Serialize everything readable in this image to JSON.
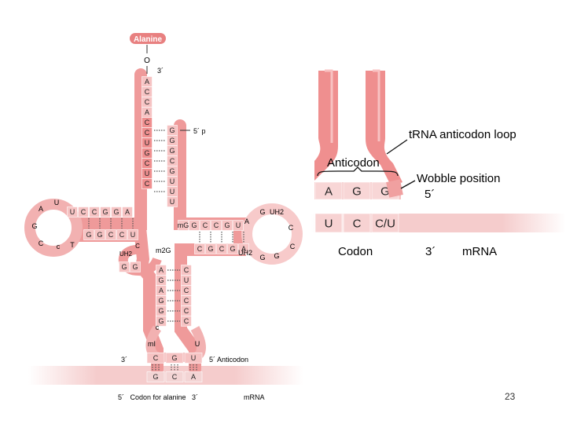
{
  "slide": {
    "page_number": "23"
  },
  "colors": {
    "ribbon": "#ef8f8f",
    "ribbon_dark": "#e67878",
    "cell_light": "#f6c3c3",
    "cell_pale": "#fbe4e4",
    "mrna": "#f3c9c9",
    "text": "#222222"
  },
  "trna": {
    "amino_acid": "Alanine",
    "bond_symbol": "O",
    "three_prime": "3´",
    "five_prime_p": "5´ p",
    "acceptor_3_strand": [
      "A",
      "C",
      "C",
      "A",
      "C",
      "C",
      "U",
      "G",
      "C",
      "U",
      "C"
    ],
    "acceptor_5_strand": [
      "G",
      "G",
      "G",
      "C",
      "G",
      "U",
      "U",
      "U"
    ],
    "d_arm": {
      "top_strand": [
        "U",
        "C",
        "C",
        "G",
        "G",
        "A"
      ],
      "bottom_strand": [
        "G",
        "G",
        "C",
        "C",
        "U"
      ],
      "loop": [
        "A",
        "U",
        "G",
        "C",
        "c",
        "T"
      ],
      "extra": [
        "C",
        "UH2"
      ]
    },
    "t_arm": {
      "top_strand": [
        "mG",
        "G",
        "C",
        "C",
        "G",
        "U"
      ],
      "bottom_strand": [
        "C",
        "G",
        "C",
        "G",
        "A"
      ],
      "loop": [
        "A",
        "G",
        "UH2",
        "C",
        "C",
        "G",
        "G",
        "UH2"
      ],
      "m2g": "m2G"
    },
    "anticodon_arm": {
      "left_strand": [
        "G",
        "G",
        "A",
        "G",
        "A",
        "G",
        "G",
        "G"
      ],
      "right_strand": [
        "C",
        "U",
        "C",
        "C",
        "C",
        "C"
      ],
      "loop": [
        "c",
        "mI",
        "U"
      ],
      "anticodon": [
        "C",
        "G",
        "U"
      ],
      "codon": [
        "G",
        "C",
        "A"
      ]
    },
    "label_3": "3´",
    "label_anticodon": "5´ Anticodon",
    "codon_caption": "5´   Codon for alanine   3´",
    "mrna_caption": "mRNA"
  },
  "zoom": {
    "loop_label": "tRNA anticodon loop",
    "anticodon_label": "Anticodon",
    "anticodon_bases": [
      "A",
      "G",
      "G"
    ],
    "wobble_label": "Wobble position",
    "five_prime": "5´",
    "codon_bases": [
      "U",
      "C",
      "C/U"
    ],
    "codon_label": "Codon",
    "three_prime": "3´",
    "mrna_label": "mRNA"
  }
}
